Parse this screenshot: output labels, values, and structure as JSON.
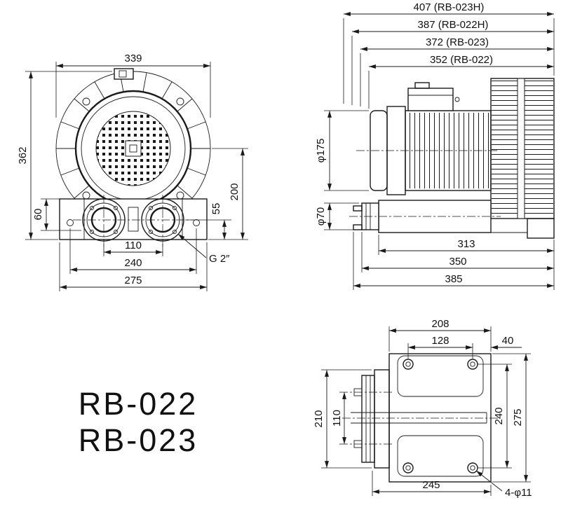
{
  "colors": {
    "line": "#1a1a1a",
    "background": "#ffffff"
  },
  "models": {
    "line1": "RB-022",
    "line2": "RB-023"
  },
  "front_view": {
    "dim_housing_width": "339",
    "dim_overall_height": "362",
    "dim_left_60": "60",
    "dim_right_55": "55",
    "dim_center_height": "200",
    "dim_port_spacing": "110",
    "dim_bolt_spacing": "240",
    "dim_base_width": "275",
    "label_port_thread": "G 2″"
  },
  "side_view": {
    "dim_overall_1": "407 (RB-023H)",
    "dim_overall_2": "387 (RB-022H)",
    "dim_overall_3": "372 (RB-023)",
    "dim_overall_4": "352 (RB-022)",
    "dim_motor_diameter": "φ175",
    "dim_port_diameter": "φ70",
    "dim_body_313": "313",
    "dim_body_350": "350",
    "dim_body_385": "385"
  },
  "bottom_view": {
    "dim_top_208": "208",
    "dim_top_128": "128",
    "dim_top_40": "40",
    "dim_left_210": "210",
    "dim_left_110": "110",
    "dim_right_240": "240",
    "dim_right_275": "275",
    "dim_bottom_245": "245",
    "label_holes": "4-φ11"
  }
}
